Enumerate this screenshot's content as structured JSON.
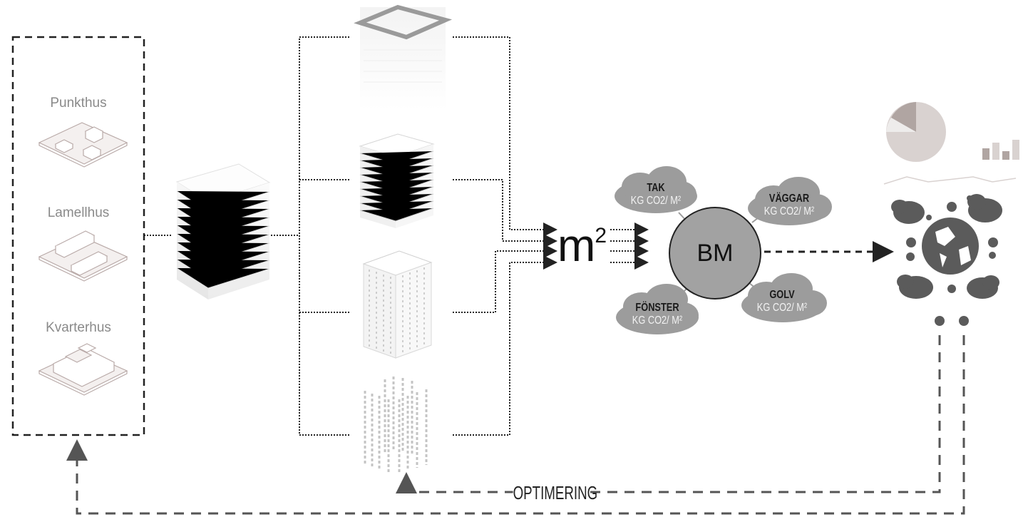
{
  "typologies": [
    {
      "label": "Punkthus"
    },
    {
      "label": "Lamellhus"
    },
    {
      "label": "Kvarterhus"
    }
  ],
  "area_unit": "m",
  "area_exponent": "2",
  "center_node": "BM",
  "categories": [
    {
      "title": "TAK",
      "unit": "KG CO2/ M²"
    },
    {
      "title": "VÄGGAR",
      "unit": "KG CO2/ M²"
    },
    {
      "title": "FÖNSTER",
      "unit": "KG CO2/ M²"
    },
    {
      "title": "GOLV",
      "unit": "KG CO2/ M²"
    }
  ],
  "loop_label": "OPTIMERING",
  "colors": {
    "cloud": "#9c9c9c",
    "bm_fill": "#a2a2a2",
    "line": "#222222",
    "typology_text": "#8a8a8a"
  }
}
